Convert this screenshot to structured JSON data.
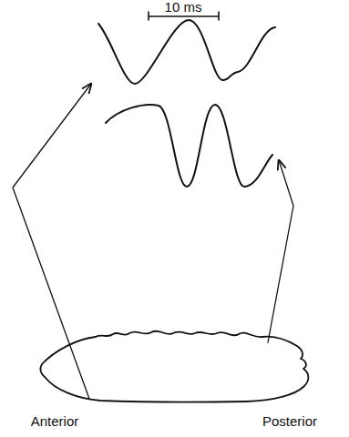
{
  "diagram": {
    "labels": [
      "10 ms",
      "Anterior",
      "Posterior"
    ]
  }
}
